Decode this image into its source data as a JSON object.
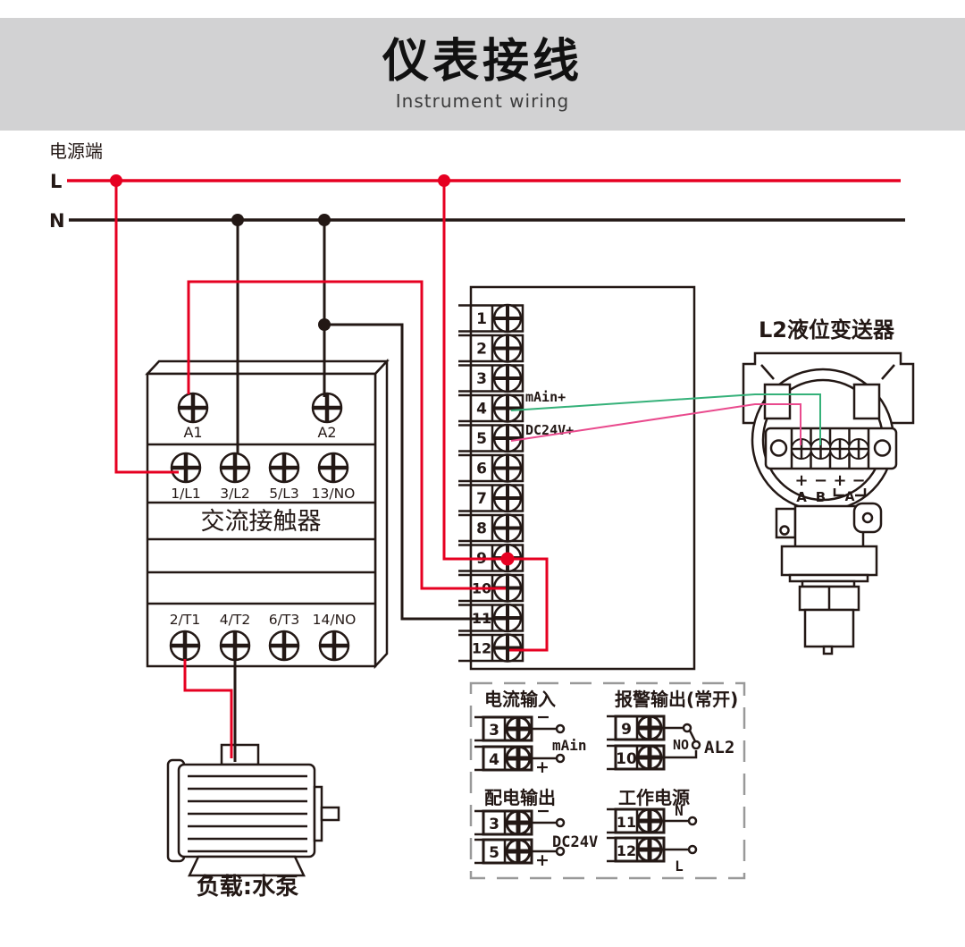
{
  "title": {
    "heading": "仪表接线",
    "subtitle": "Instrument wiring"
  },
  "power": {
    "label": "电源端",
    "line_l": "L",
    "line_n": "N"
  },
  "contactor": {
    "name": "交流接触器",
    "coil_terminals": [
      "A1",
      "A2"
    ],
    "input_terminals": [
      "1/L1",
      "3/L2",
      "5/L3",
      "13/NO"
    ],
    "output_terminals": [
      "2/T1",
      "4/T2",
      "6/T3",
      "14/NO"
    ]
  },
  "terminal_block": {
    "numbers": [
      "1",
      "2",
      "3",
      "4",
      "5",
      "6",
      "7",
      "8",
      "9",
      "10",
      "11",
      "12"
    ],
    "label_t4": "mAin+",
    "label_t5": "DC24V+"
  },
  "transmitter": {
    "name": "L2液位变送器",
    "polarity": [
      "+",
      "−",
      "+",
      "−"
    ],
    "ports": [
      "A",
      "B"
    ],
    "bracket_label": "A"
  },
  "load": {
    "label": "负载:水泵"
  },
  "details": {
    "current_input": {
      "title": "电流输入",
      "row1_no": "3",
      "row1_sign": "−",
      "row2_no": "4",
      "row2_sign": "+",
      "label": "mAin"
    },
    "alarm_output": {
      "title": "报警输出(常开)",
      "row1_no": "9",
      "row2_no": "10",
      "switch_label": "NO",
      "out_label": "AL2"
    },
    "power_output": {
      "title": "配电输出",
      "row1_no": "3",
      "row1_sign": "−",
      "row2_no": "5",
      "row2_sign": "+",
      "label": "DC24V"
    },
    "working_power": {
      "title": "工作电源",
      "row1_no": "11",
      "row1_sign": "N",
      "row2_no": "12",
      "row2_sign": "L"
    }
  },
  "colors": {
    "banner_bg": "#d2d2d3",
    "line_black": "#231815",
    "wire_red": "#e60021",
    "wire_green": "#35b179",
    "wire_magenta": "#e94a8d",
    "dashed_border": "#999999"
  }
}
